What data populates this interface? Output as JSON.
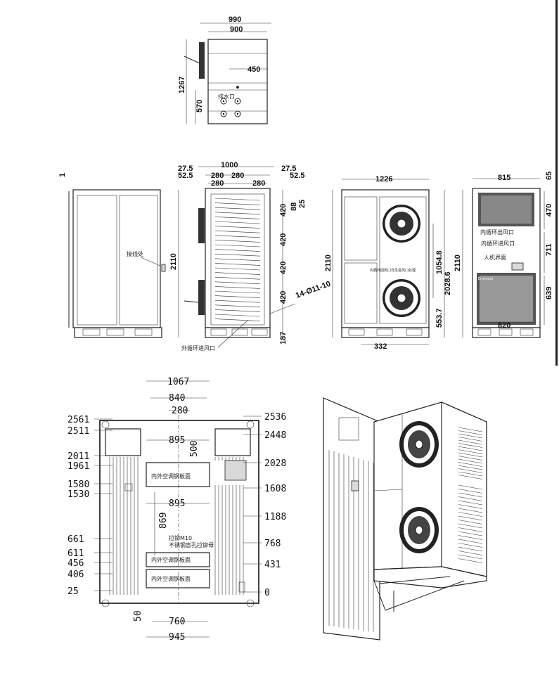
{
  "top_view": {
    "dims": [
      "990",
      "900",
      "450",
      "1267",
      "570"
    ],
    "drain_label": "排水口"
  },
  "front_views": {
    "left_label": "接线处",
    "mid_top_dims": [
      "27.5",
      "1000",
      "27.5",
      "52.5",
      "280",
      "280",
      "52.5",
      "280",
      "280"
    ],
    "mid_side_dims": [
      "420",
      "88",
      "25",
      "420",
      "420",
      "420",
      "187",
      "2110"
    ],
    "hole_label": "14-Ø11-10",
    "outer_inlet_label": "外循环进风口",
    "marker_dim": "1",
    "side_dims": [
      "1226",
      "2110",
      "1054.8",
      "2028.6",
      "553.7",
      "332"
    ],
    "fan_note": "内循环回风口详见进风口处理",
    "back_dims": [
      "815",
      "65",
      "470",
      "711",
      "639",
      "820",
      "2110"
    ],
    "inner_out_label": "内循环出风口",
    "inner_in_label": "内循环进风口",
    "hmi_label": "人机界面",
    "brand_label": "Envicool"
  },
  "plan_view": {
    "top_dims": [
      "1067",
      "840",
      "280"
    ],
    "left_dims": [
      "2561",
      "2511",
      "2011",
      "1961",
      "1580",
      "1530",
      "661",
      "611",
      "456",
      "406",
      "25"
    ],
    "right_dims": [
      "2536",
      "2448",
      "2028",
      "1608",
      "1188",
      "768",
      "431",
      "0"
    ],
    "inner_dims": [
      "895",
      "500",
      "895",
      "869"
    ],
    "bottom_dims": [
      "50",
      "760",
      "945"
    ],
    "plate_label": "内外空调钢板面",
    "note_line1": "拉铆M10",
    "note_line2": "不锈钢盲孔拉铆母"
  }
}
